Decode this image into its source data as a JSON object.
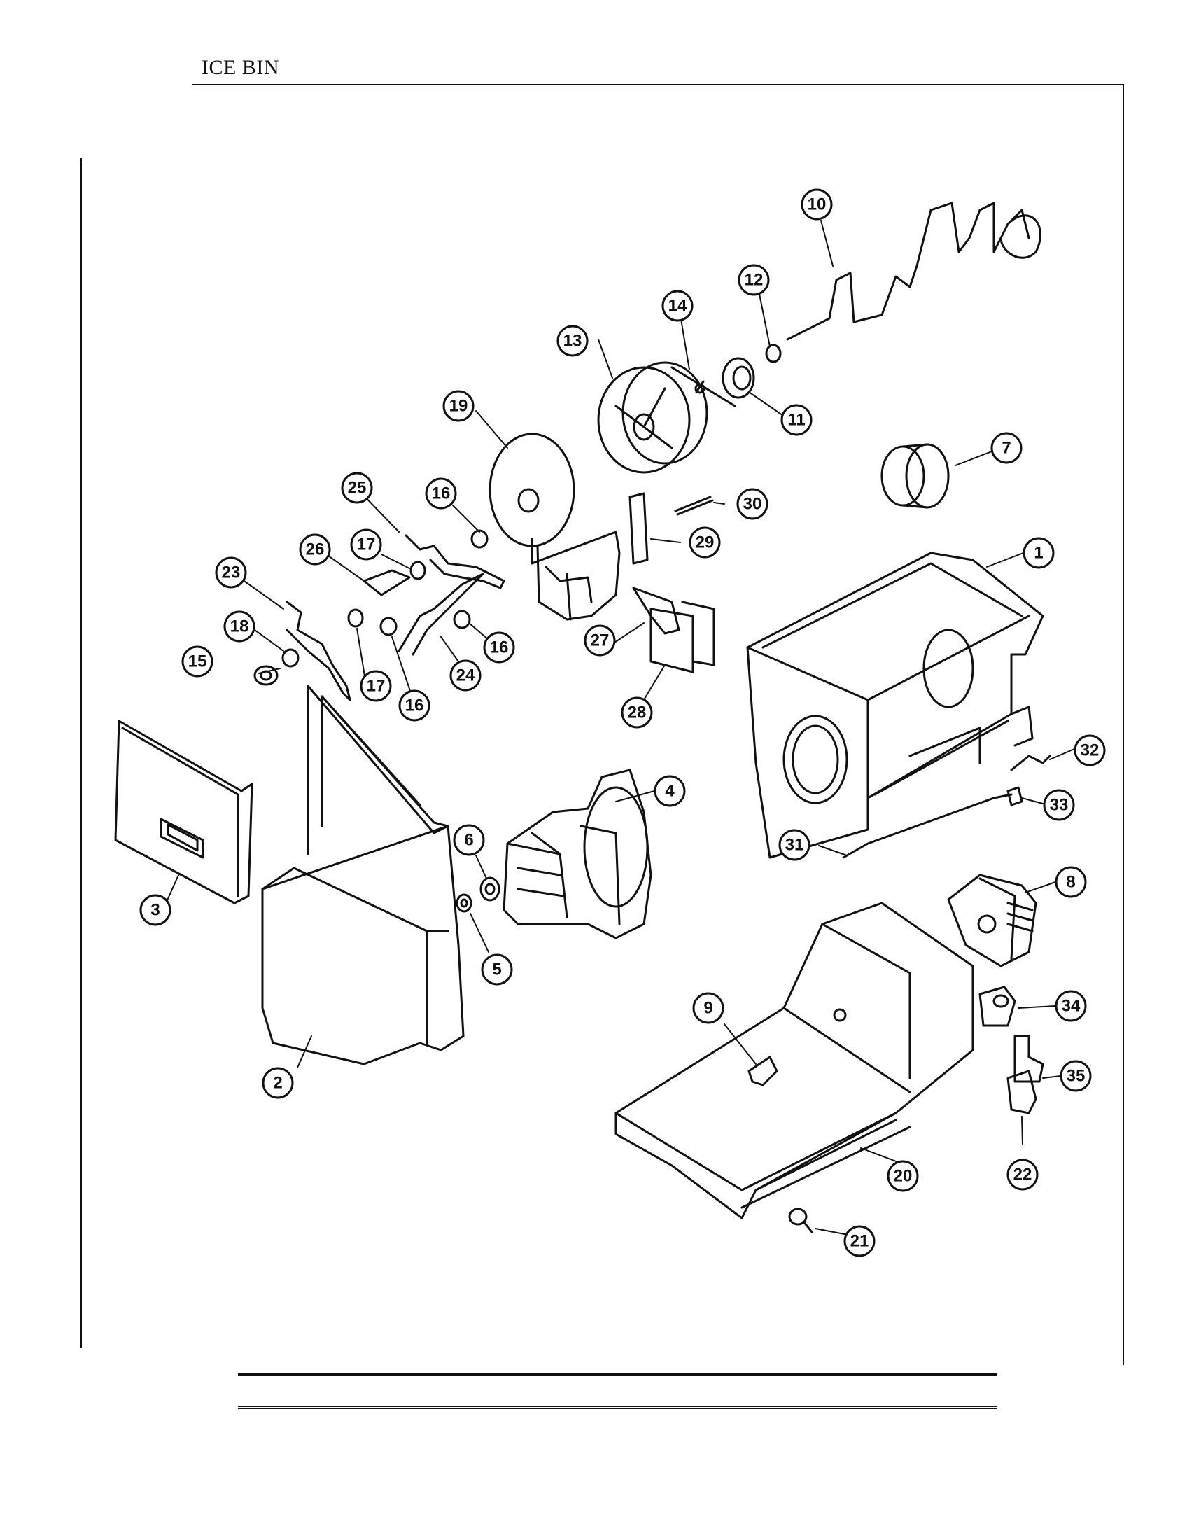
{
  "page": {
    "title": "ICE BIN"
  },
  "callouts": [
    {
      "label": "1"
    },
    {
      "label": "2"
    },
    {
      "label": "3"
    },
    {
      "label": "4"
    },
    {
      "label": "5"
    },
    {
      "label": "6"
    },
    {
      "label": "7"
    },
    {
      "label": "8"
    },
    {
      "label": "9"
    },
    {
      "label": "10"
    },
    {
      "label": "11"
    },
    {
      "label": "12"
    },
    {
      "label": "13"
    },
    {
      "label": "14"
    },
    {
      "label": "15"
    },
    {
      "label": "16"
    },
    {
      "label": "16"
    },
    {
      "label": "16"
    },
    {
      "label": "17"
    },
    {
      "label": "17"
    },
    {
      "label": "18"
    },
    {
      "label": "19"
    },
    {
      "label": "20"
    },
    {
      "label": "21"
    },
    {
      "label": "22"
    },
    {
      "label": "23"
    },
    {
      "label": "24"
    },
    {
      "label": "25"
    },
    {
      "label": "26"
    },
    {
      "label": "27"
    },
    {
      "label": "28"
    },
    {
      "label": "29"
    },
    {
      "label": "30"
    },
    {
      "label": "31"
    },
    {
      "label": "32"
    },
    {
      "label": "33"
    },
    {
      "label": "34"
    },
    {
      "label": "35"
    }
  ]
}
